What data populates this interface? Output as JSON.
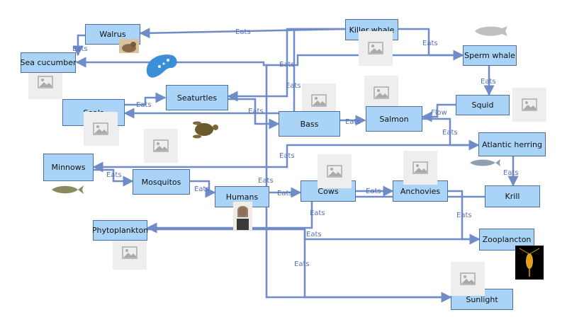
{
  "nodes": {
    "walrus": "Walrus",
    "sea_cucumber": "Sea cucumber",
    "killer_whale": "Killer whale",
    "sperm_whale": "Sperm whale",
    "seaturtles": "Seaturtles",
    "seal": "Seals",
    "bass": "Bass",
    "salmon": "Salmon",
    "squid": "Squid",
    "atlantic_herring": "Atlantic herring",
    "minnows": "Minnows",
    "mosquitos": "Mosquitos",
    "humans": "Humans",
    "cows": "Cows",
    "anchovies": "Anchovies",
    "krill": "Krill",
    "phytoplankton": "Phytoplankton",
    "zooplancton": "Zooplancton",
    "sunlight": "Sunlight"
  },
  "edge_labels": {
    "eats": "Eats",
    "flow": "Flow"
  },
  "colors": {
    "node_fill": "#a9d3f7",
    "node_border": "#4f6f9f",
    "edge": "#6f8cc8",
    "label": "#5a72b5",
    "placeholder": "#eeeeee"
  }
}
